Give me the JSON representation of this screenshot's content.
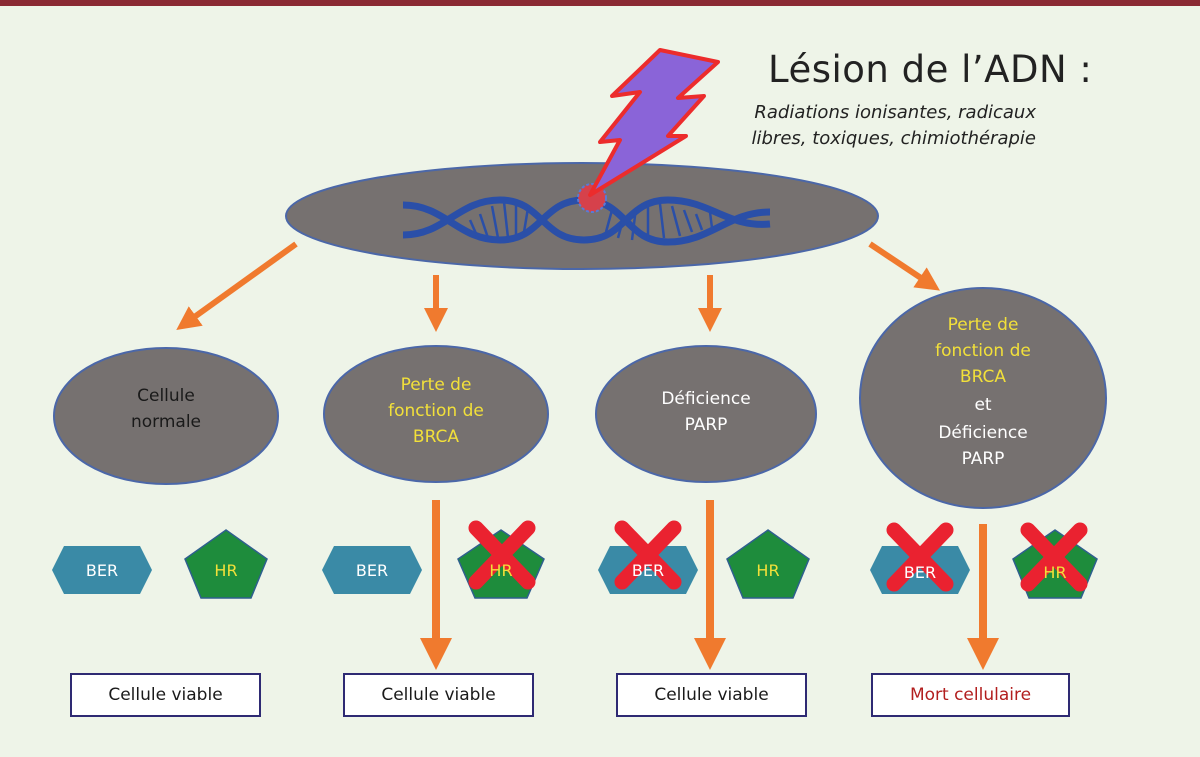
{
  "header": {
    "title": "Lésion de l’ADN :",
    "subtitle_lines": [
      "Radiations ionisantes, radicaux",
      "libres, toxiques, chimiothérapie"
    ]
  },
  "branches": [
    {
      "label_lines": [
        "Cellule",
        "normale"
      ],
      "label_color": "dark",
      "ber": {
        "label": "BER",
        "blocked": false
      },
      "hr": {
        "label": "HR",
        "blocked": false
      },
      "outcome": "Cellule viable",
      "outcome_type": "viable"
    },
    {
      "label_lines": [
        "Perte de",
        "fonction de",
        "BRCA"
      ],
      "label_color": "yellow",
      "ber": {
        "label": "BER",
        "blocked": false
      },
      "hr": {
        "label": "HR",
        "blocked": true
      },
      "outcome": "Cellule viable",
      "outcome_type": "viable"
    },
    {
      "label_lines": [
        "Déficience",
        "PARP"
      ],
      "label_color": "light",
      "ber": {
        "label": "BER",
        "blocked": true
      },
      "hr": {
        "label": "HR",
        "blocked": false
      },
      "outcome": "Cellule viable",
      "outcome_type": "viable"
    },
    {
      "label_lines": [
        "Perte de",
        "fonction de",
        "BRCA"
      ],
      "label_color": "yellow",
      "label_connector": "et",
      "label_lines_2": [
        "Déficience",
        "PARP"
      ],
      "ber": {
        "label": "BER",
        "blocked": true
      },
      "hr": {
        "label": "HR",
        "blocked": true
      },
      "outcome": "Mort cellulaire",
      "outcome_type": "death"
    }
  ],
  "colors": {
    "background": "#eef4e8",
    "top_rule": "#8a2a33",
    "oval_fill": "#767170",
    "oval_stroke": "#4b67a8",
    "dna": "#2a4fa8",
    "arrow": "#f07a2e",
    "ber_fill": "#3a8aa6",
    "hr_fill": "#1e8c3c",
    "cross": "#ea2230",
    "lightning_fill": "#8a64d8",
    "lightning_stroke": "#ec2c2c",
    "label_yellow": "#f2e03a",
    "outcome_border": "#2e2a73",
    "death_text": "#b21e1e"
  },
  "icons": {
    "lightning": "lightning-bolt-icon",
    "lesion": "lesion-spot-icon",
    "dna": "dna-helix-icon",
    "blocked": "red-x-icon"
  }
}
